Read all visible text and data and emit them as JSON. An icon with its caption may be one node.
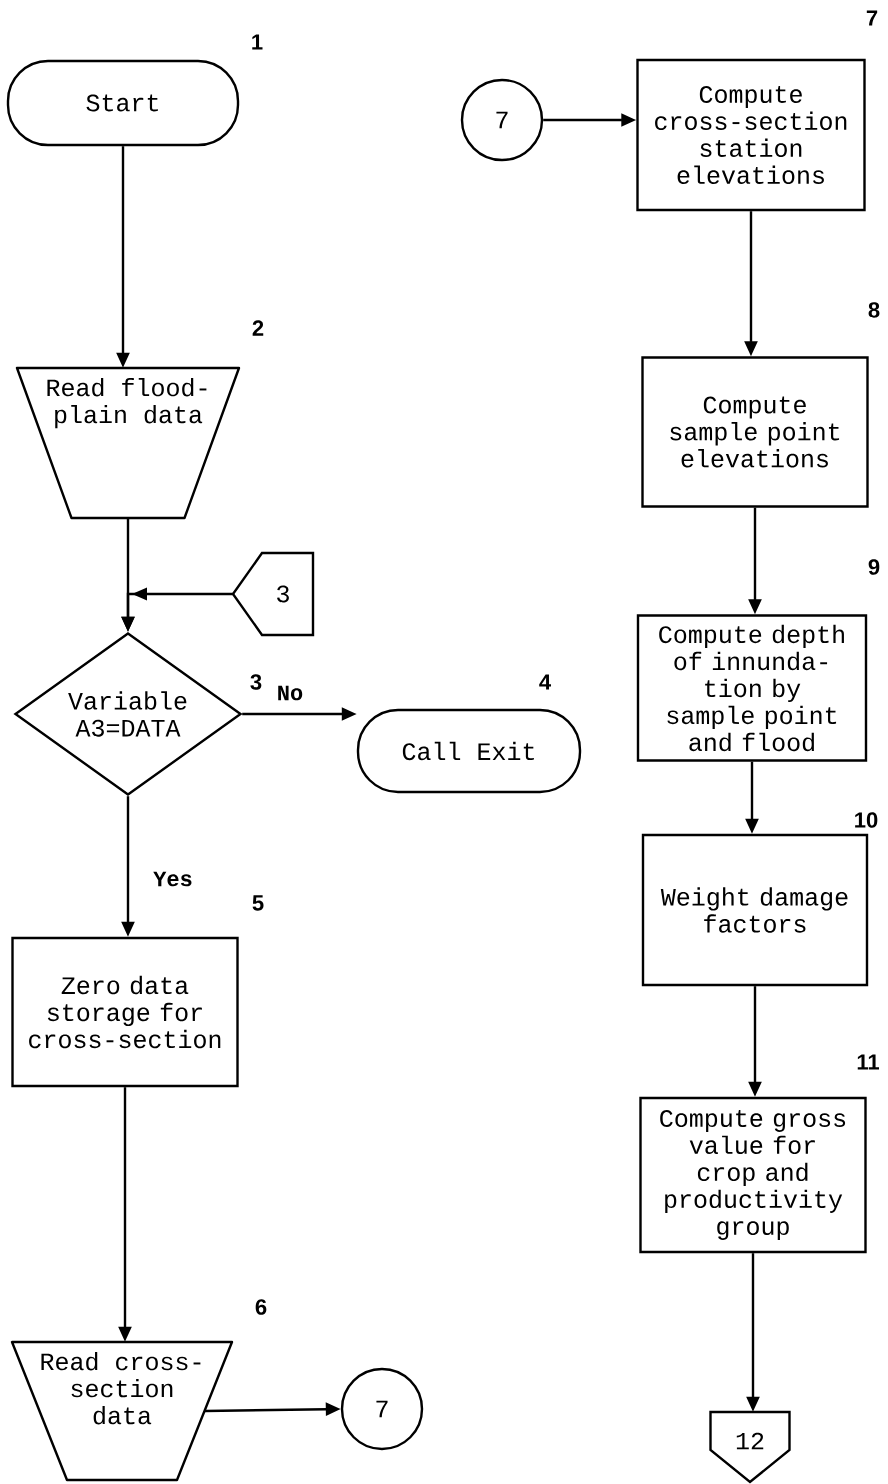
{
  "diagram": {
    "nodes": [
      {
        "text": [
          "Start"
        ],
        "beside": [
          "1"
        ]
      },
      {
        "text": [
          "Read flood- plain data"
        ],
        "beside": [
          "2"
        ]
      },
      {
        "text": [
          "3"
        ]
      },
      {
        "text": [
          "Variable A3=DATA"
        ],
        "beside": [
          "3"
        ]
      },
      {
        "text": [
          "Call Exit"
        ],
        "beside": [
          "4"
        ]
      },
      {
        "text": [
          "Zero data storage for cross-section"
        ],
        "beside": [
          "5"
        ]
      },
      {
        "text": [
          "Read cross- section data"
        ],
        "beside": [
          "6"
        ]
      },
      {
        "text": [
          "7"
        ]
      },
      {
        "text": [
          "7"
        ]
      },
      {
        "text": [
          "Compute cross-section station elevations"
        ],
        "beside": [
          "7"
        ]
      },
      {
        "text": [
          "Compute sample point elevations"
        ],
        "beside": [
          "8"
        ]
      },
      {
        "text": [
          "Compute depth of innunda- tion by sample point and flood"
        ],
        "beside": [
          "9"
        ]
      },
      {
        "text": [
          "Weight damage factors"
        ],
        "beside": [
          "10"
        ]
      },
      {
        "text": [
          "Compute gross value for crop and productivity group"
        ],
        "beside": [
          "11"
        ]
      },
      {
        "text": [
          "12"
        ]
      }
    ],
    "edges": [
      {
        "from": 0,
        "to": 1,
        "arrow": "to"
      },
      {
        "from": 1,
        "to": 3,
        "arrow": "to"
      },
      {
        "from": 2,
        "to": 3,
        "arrow": "to"
      },
      {
        "from": 3,
        "to": 4,
        "arrow": "to",
        "label": "No"
      },
      {
        "from": 3,
        "to": 5,
        "arrow": "to",
        "label": "Yes"
      },
      {
        "from": 5,
        "to": 6,
        "arrow": "to"
      },
      {
        "from": 6,
        "to": 7,
        "arrow": "to"
      },
      {
        "from": 8,
        "to": 9,
        "arrow": "to"
      },
      {
        "from": 9,
        "to": 10,
        "arrow": "to"
      },
      {
        "from": 10,
        "to": 11,
        "arrow": "to"
      },
      {
        "from": 11,
        "to": 12,
        "arrow": "to"
      },
      {
        "from": 12,
        "to": 13,
        "arrow": "to"
      },
      {
        "from": 13,
        "to": 14,
        "arrow": "to"
      }
    ]
  }
}
